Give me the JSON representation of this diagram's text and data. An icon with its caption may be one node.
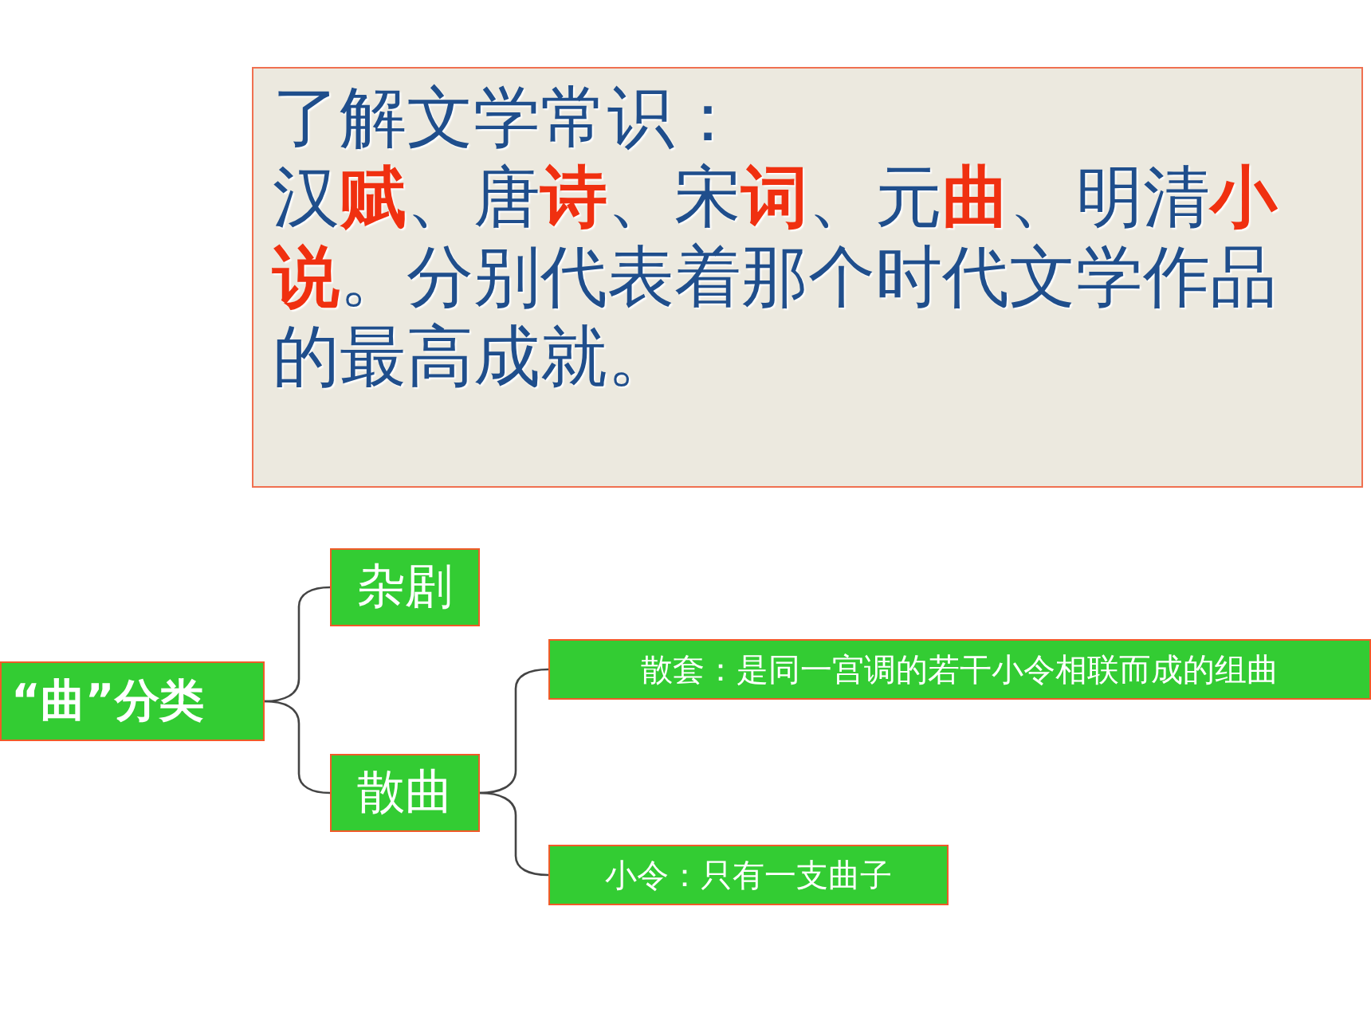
{
  "diagram": {
    "nodes": [
      {
        "text": [
          "了解文学常识：",
          "汉**赋**、唐**诗**、宋**词**、元**曲**、明清**小说**。分别代表着那个时代文学作品的最高成就。"
        ]
      },
      {
        "text": [
          "“曲”分类"
        ]
      },
      {
        "text": [
          "杂剧"
        ]
      },
      {
        "text": [
          "散曲"
        ]
      },
      {
        "text": [
          "散套：是同一宫调的若干小令相联而成的组曲"
        ]
      },
      {
        "text": [
          "小令：只有一支曲子"
        ]
      }
    ],
    "edges": [
      {
        "from": 1,
        "to": 2,
        "arrow": "none"
      },
      {
        "from": 1,
        "to": 3,
        "arrow": "none"
      },
      {
        "from": 3,
        "to": 4,
        "arrow": "none"
      },
      {
        "from": 3,
        "to": 5,
        "arrow": "none"
      }
    ]
  }
}
